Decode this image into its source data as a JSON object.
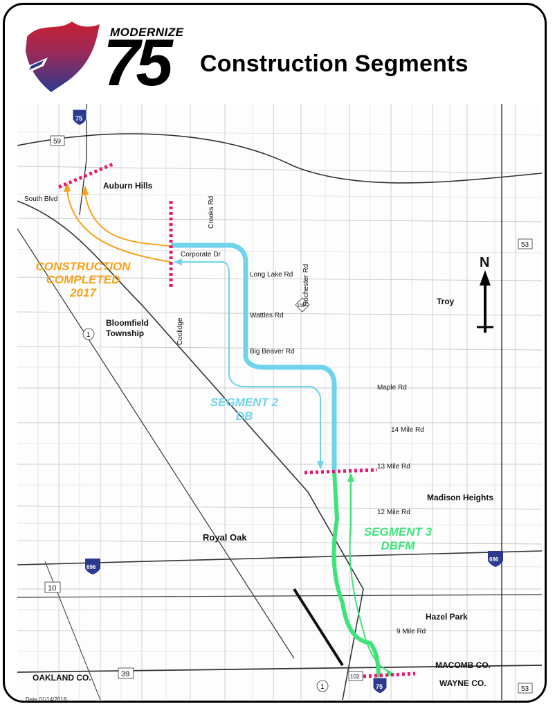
{
  "header": {
    "brand_small": "MODERNIZE",
    "brand_number": "75",
    "title": "Construction Segments"
  },
  "map": {
    "places": {
      "auburn_hills": "Auburn Hills",
      "troy": "Troy",
      "bloomfield": "Bloomfield",
      "township": "Township",
      "royal_oak": "Royal Oak",
      "madison_heights": "Madison Heights",
      "hazel_park": "Hazel Park",
      "oakland_co": "OAKLAND CO.",
      "macomb_co": "MACOMB CO.",
      "wayne_co": "WAYNE CO."
    },
    "roads": {
      "south_blvd": "South Blvd",
      "crooks_rd": "Crooks Rd",
      "corporate_dr": "Corporate Dr",
      "long_lake_rd": "Long Lake Rd",
      "rochester_rd": "Rochester Rd",
      "wattles_rd": "Wattles Rd",
      "coolidge": "Coolidge",
      "big_beaver_rd": "Big Beaver Rd",
      "maple_rd": "Maple Rd",
      "fourteen_mile_rd": "14 Mile Rd",
      "thirteen_mile_rd": "13 Mile Rd",
      "twelve_mile_rd": "12 Mile Rd",
      "nine_mile_rd": "9 Mile Rd"
    },
    "shields": {
      "i75_top": "75",
      "i75_bottom": "75",
      "i696_left": "696",
      "i696_right": "696",
      "m59": "59",
      "m53_top": "53",
      "m53_bottom": "53",
      "m1_top": "1",
      "m1_bottom": "1",
      "m10": "10",
      "m39": "39",
      "m150": "150",
      "m102": "102"
    },
    "segments": {
      "completed_line1": "CONSTRUCTION",
      "completed_line2": "COMPLETED",
      "completed_line3": "2017",
      "seg2_line1": "SEGMENT 2",
      "seg2_line2": "DB",
      "seg3_line1": "SEGMENT 3",
      "seg3_line2": "DBFM"
    },
    "north_label": "N",
    "colors": {
      "completed": "#f7a21b",
      "segment2": "#6fd3ec",
      "segment3": "#3ee37a",
      "limits": "#e8186e",
      "logo_red": "#c8202f",
      "logo_blue": "#2b3a8f"
    }
  },
  "footer": {
    "date": "Date 01/14/2018"
  }
}
